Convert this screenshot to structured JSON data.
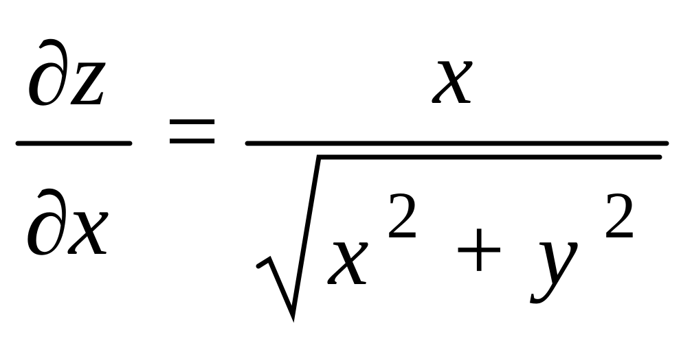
{
  "formula": {
    "lhs": {
      "numerator": {
        "partial": "∂",
        "variable": "z"
      },
      "denominator": {
        "partial": "∂",
        "variable": "x"
      }
    },
    "equals": "=",
    "rhs": {
      "numerator": "x",
      "denominator": {
        "radical": "√",
        "term1": {
          "base": "x",
          "exponent": "2"
        },
        "operator": "+",
        "term2": {
          "base": "y",
          "exponent": "2"
        }
      }
    }
  },
  "colors": {
    "ink": "#000000",
    "background": "#ffffff"
  }
}
